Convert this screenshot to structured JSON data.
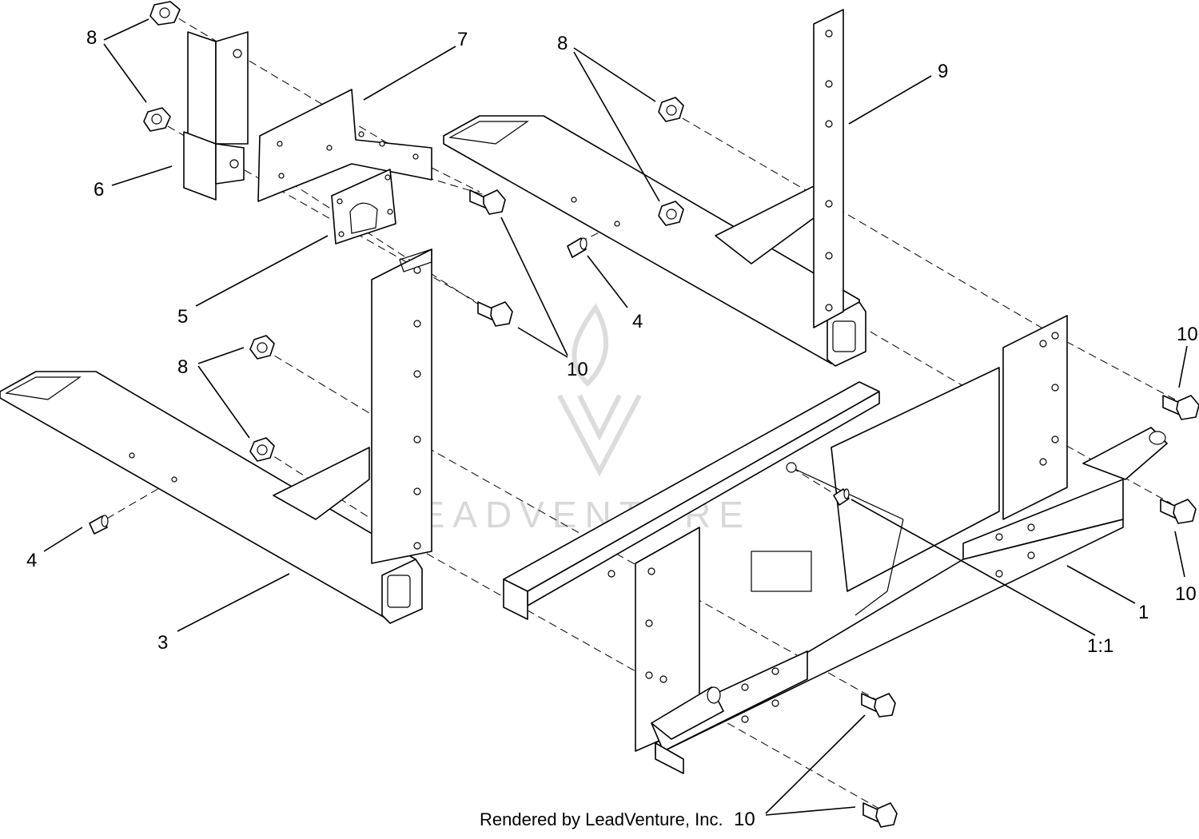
{
  "callouts": {
    "c8a": "8",
    "c7": "7",
    "c8b": "8",
    "c9": "9",
    "c6": "6",
    "c5": "5",
    "c4a": "4",
    "c10a": "10",
    "c10b": "10",
    "c8c": "8",
    "c4b": "4",
    "c3": "3",
    "c1": "1",
    "c11": "1:1",
    "c10c": "10",
    "c10d": "10"
  },
  "credit": "Rendered by LeadVenture, Inc.",
  "watermark": {
    "text": "LEADVENTURE",
    "color": "#d8d8d8"
  }
}
